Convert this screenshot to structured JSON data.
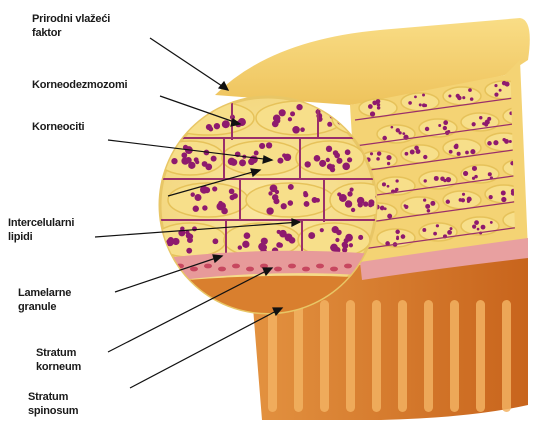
{
  "labels": {
    "prirodni": [
      "Prirodni vlažeći",
      "faktor"
    ],
    "korneodezmozomi": [
      "Korneodezmozomi"
    ],
    "korneociti": [
      "Korneociti"
    ],
    "intercelularni": [
      "Intercelularni",
      "lipidi"
    ],
    "lamelarne": [
      "Lamelarne",
      "granule"
    ],
    "corneum": [
      "Stratum",
      "korneum"
    ],
    "spinosum": [
      "Stratum",
      "spinosum"
    ]
  },
  "colors": {
    "cell_fill": "#f7df8a",
    "cell_outline": "#e6c25a",
    "nucleus": "#8e1a6e",
    "lipid_line": "#9a2f6a",
    "cube_top": "#f3cf6d",
    "lower_layer": "#d97f2e",
    "granule_band": "#e79a9a",
    "arrow": "#111111"
  }
}
